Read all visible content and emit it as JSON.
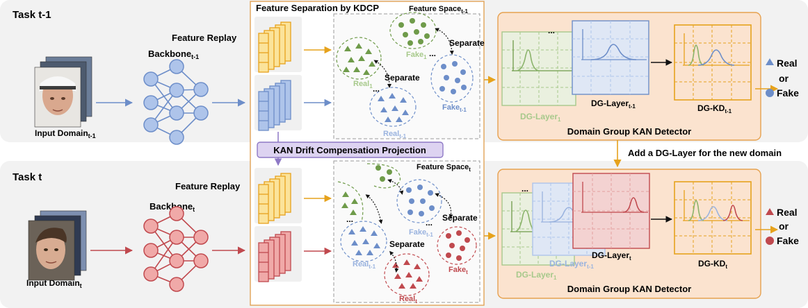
{
  "colors": {
    "yellow": "#e6a21c",
    "yellow_fill": "#fbe39a",
    "blue": "#6d8ec9",
    "blue_fill": "#aec4ea",
    "red": "#c0494e",
    "red_fill": "#f0a9a8",
    "green": "#6f9b4a",
    "light_green": "#a7c98b",
    "light_blue": "#9ab3df",
    "orange_bg": "#fbe3cf",
    "orange_border": "#e6a14f",
    "purple_bg": "#ddd3f1",
    "purple_border": "#8e79c6"
  },
  "icons": [
    "face-image-icon",
    "neural-network-icon",
    "feature-stack-icon",
    "triangle-icon",
    "circle-icon"
  ],
  "top": {
    "task": "Task t-1",
    "replay": "Feature Replay",
    "backbone": "Backbone",
    "backbone_sub": "t-1",
    "input": "Input Domain",
    "input_sub": "t-1"
  },
  "bottom": {
    "task": "Task t",
    "replay": "Feature Replay",
    "backbone": "Backbone",
    "backbone_sub": "t",
    "input": "Input Domain",
    "input_sub": "t"
  },
  "kdcp": {
    "title": "Feature Separation by KDCP",
    "space_top": "Feature Space",
    "space_top_sub": "t-1",
    "space_bottom": "Feature Space",
    "space_bottom_sub": "t",
    "separate": "Separate",
    "ellipsis": "...",
    "fake1": "Fake",
    "fake1_sub": "1",
    "real1": "Real",
    "real1_sub": "1",
    "fake_t1": "Fake",
    "fake_t1_sub": "t-1",
    "real_t1": "Real",
    "real_t1_sub": "t-1",
    "fake_t": "Fake",
    "fake_t_sub": "t",
    "real_t": "Real",
    "real_t_sub": "t",
    "projection": "KAN Drift Compensation Projection"
  },
  "detector": {
    "title": "Domain Group KAN Detector",
    "dg_layer": "DG-Layer",
    "sub_1": "1",
    "sub_t1": "t-1",
    "sub_t": "t",
    "dg_kd": "DG-KD",
    "add_layer": "Add a DG-Layer for the new domain",
    "ellipsis": "..."
  },
  "legend": {
    "real": "Real",
    "or": "or",
    "fake": "Fake"
  }
}
